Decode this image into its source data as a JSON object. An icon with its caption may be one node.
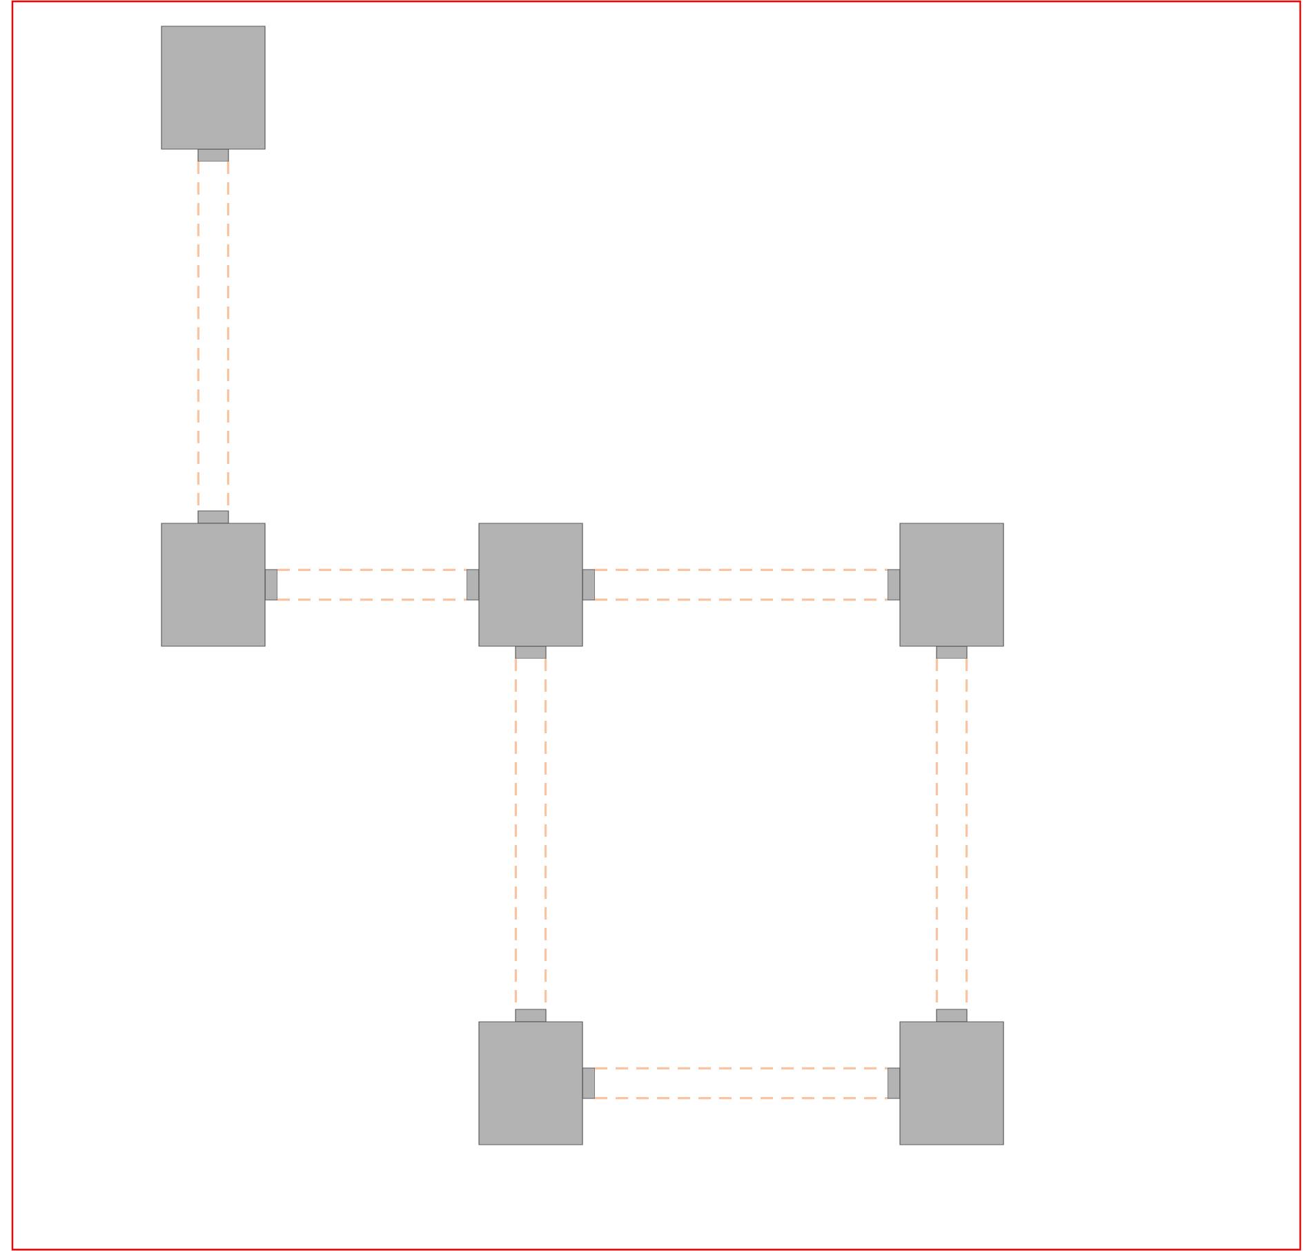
{
  "diagram": {
    "nodes": [
      {
        "text": [],
        "shape": "box"
      },
      {
        "text": [],
        "shape": "box"
      },
      {
        "text": [],
        "shape": "box"
      },
      {
        "text": [],
        "shape": "box"
      },
      {
        "text": [],
        "shape": "box"
      },
      {
        "text": [],
        "shape": "box"
      }
    ],
    "edges": [
      {
        "from": 0,
        "to": 1,
        "arrow": "none",
        "style": "dashed"
      },
      {
        "from": 1,
        "to": 2,
        "arrow": "none",
        "style": "dashed"
      },
      {
        "from": 2,
        "to": 3,
        "arrow": "none",
        "style": "dashed"
      },
      {
        "from": 2,
        "to": 4,
        "arrow": "none",
        "style": "dashed"
      },
      {
        "from": 3,
        "to": 5,
        "arrow": "none",
        "style": "dashed"
      },
      {
        "from": 4,
        "to": 5,
        "arrow": "none",
        "style": "dashed"
      }
    ]
  }
}
